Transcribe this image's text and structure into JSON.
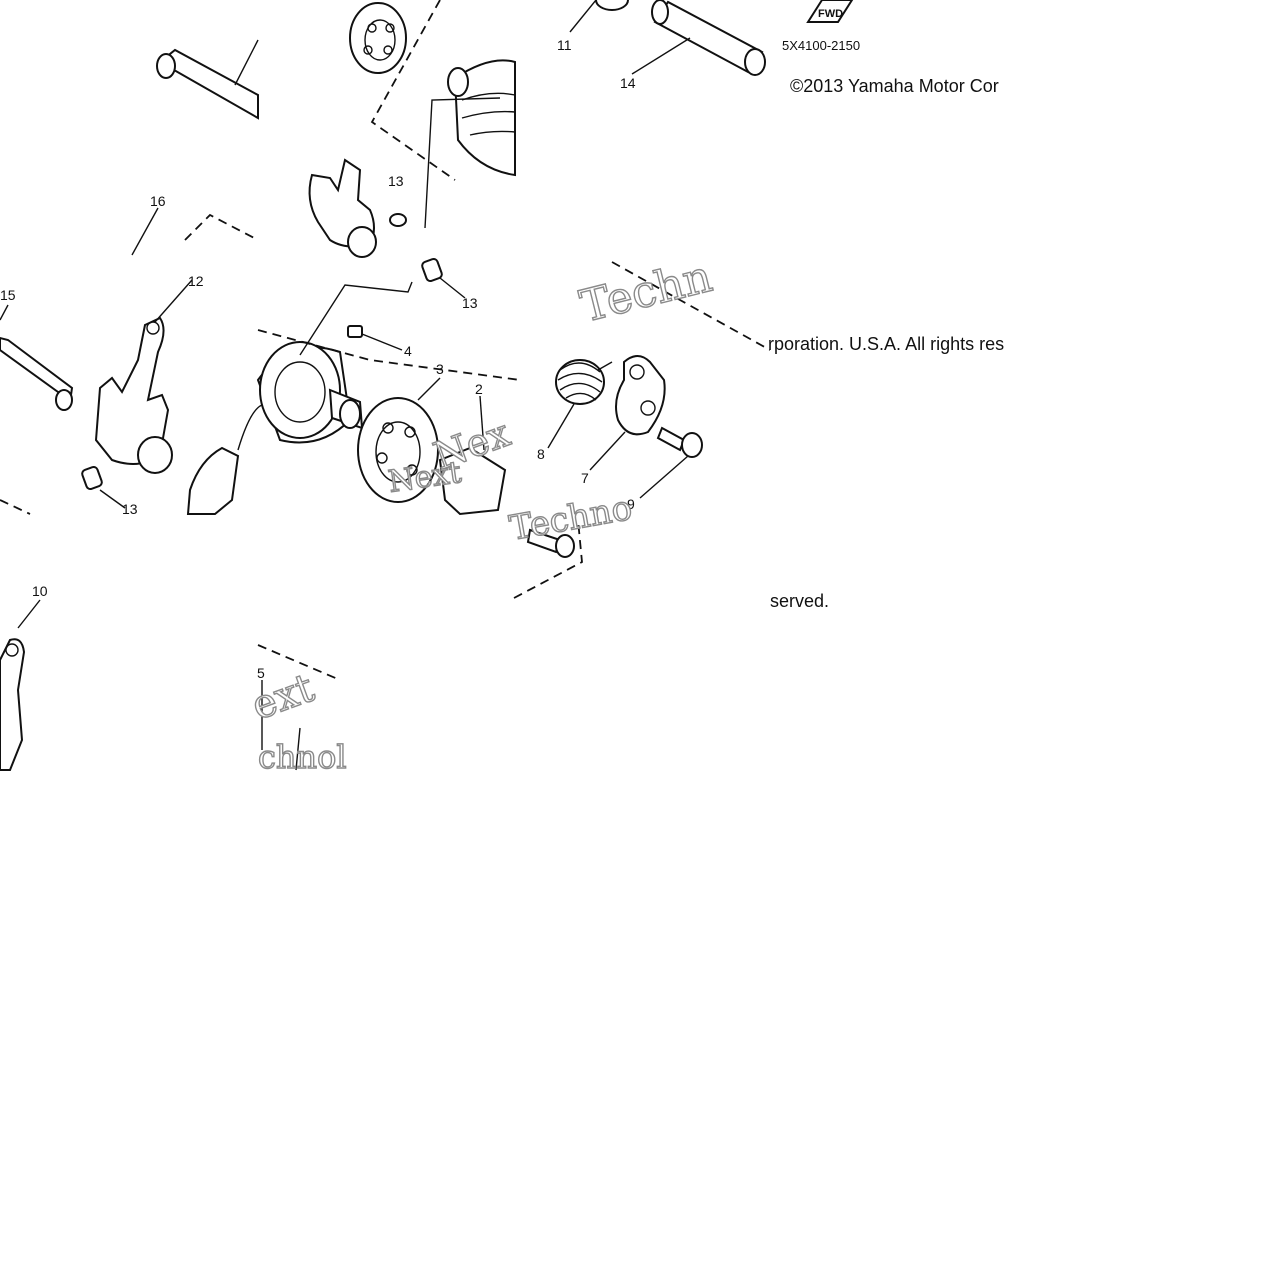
{
  "diagram": {
    "drawing_code": "5X4100-2150",
    "fwd_mark": "FWD",
    "copyright_line1": "©2013 Yamaha Motor Cor",
    "copyright_line2": "rporation. U.S.A. All rights res",
    "copyright_line3": "served.",
    "watermark_fragments": [
      "Techn",
      "Nex",
      "Next",
      "Techno",
      "ext",
      "chnol"
    ],
    "callouts": [
      "2",
      "3",
      "4",
      "5",
      "7",
      "8",
      "9",
      "10",
      "11",
      "12",
      "13",
      "13",
      "13",
      "14",
      "15",
      "16"
    ]
  }
}
